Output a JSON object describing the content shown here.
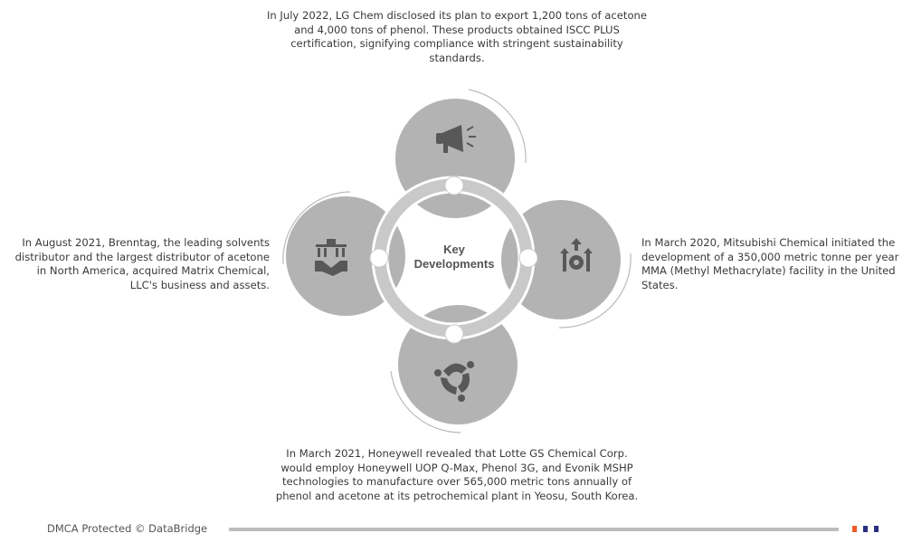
{
  "center_label": [
    "Key",
    "Developments"
  ],
  "developments": {
    "top": {
      "icon": "megaphone-icon",
      "text": "In July 2022, LG Chem disclosed its plan to export 1,200 tons of acetone and 4,000 tons of phenol. These products obtained ISCC PLUS certification, signifying compliance with stringent sustainability standards."
    },
    "left": {
      "icon": "building-handshake-icon",
      "text": "In August 2021, Brenntag, the leading solvents distributor and the largest distributor of acetone in North America, acquired Matrix Chemical, LLC's business and assets."
    },
    "right": {
      "icon": "growth-gear-arrows-icon",
      "text": "In March 2020, Mitsubishi Chemical initiated the development of a 350,000 metric tonne per year MMA (Methyl Methacrylate) facility in the United States."
    },
    "bottom": {
      "icon": "collaboration-people-icon",
      "text": "In March 2021, Honeywell revealed that Lotte GS Chemical Corp. would employ Honeywell UOP Q-Max, Phenol 3G, and Evonik MSHP technologies to manufacture over 565,000 metric tons annually of phenol and acetone at its petrochemical plant in Yeosu, South Korea."
    }
  },
  "footer": {
    "text": "DMCA Protected © DataBridge"
  },
  "colors": {
    "circle": "#b3b3b3",
    "ring": "#c9c9c9",
    "icon": "#585858",
    "accent_orange": "#f05a28",
    "accent_navy": "#2b2e83"
  }
}
